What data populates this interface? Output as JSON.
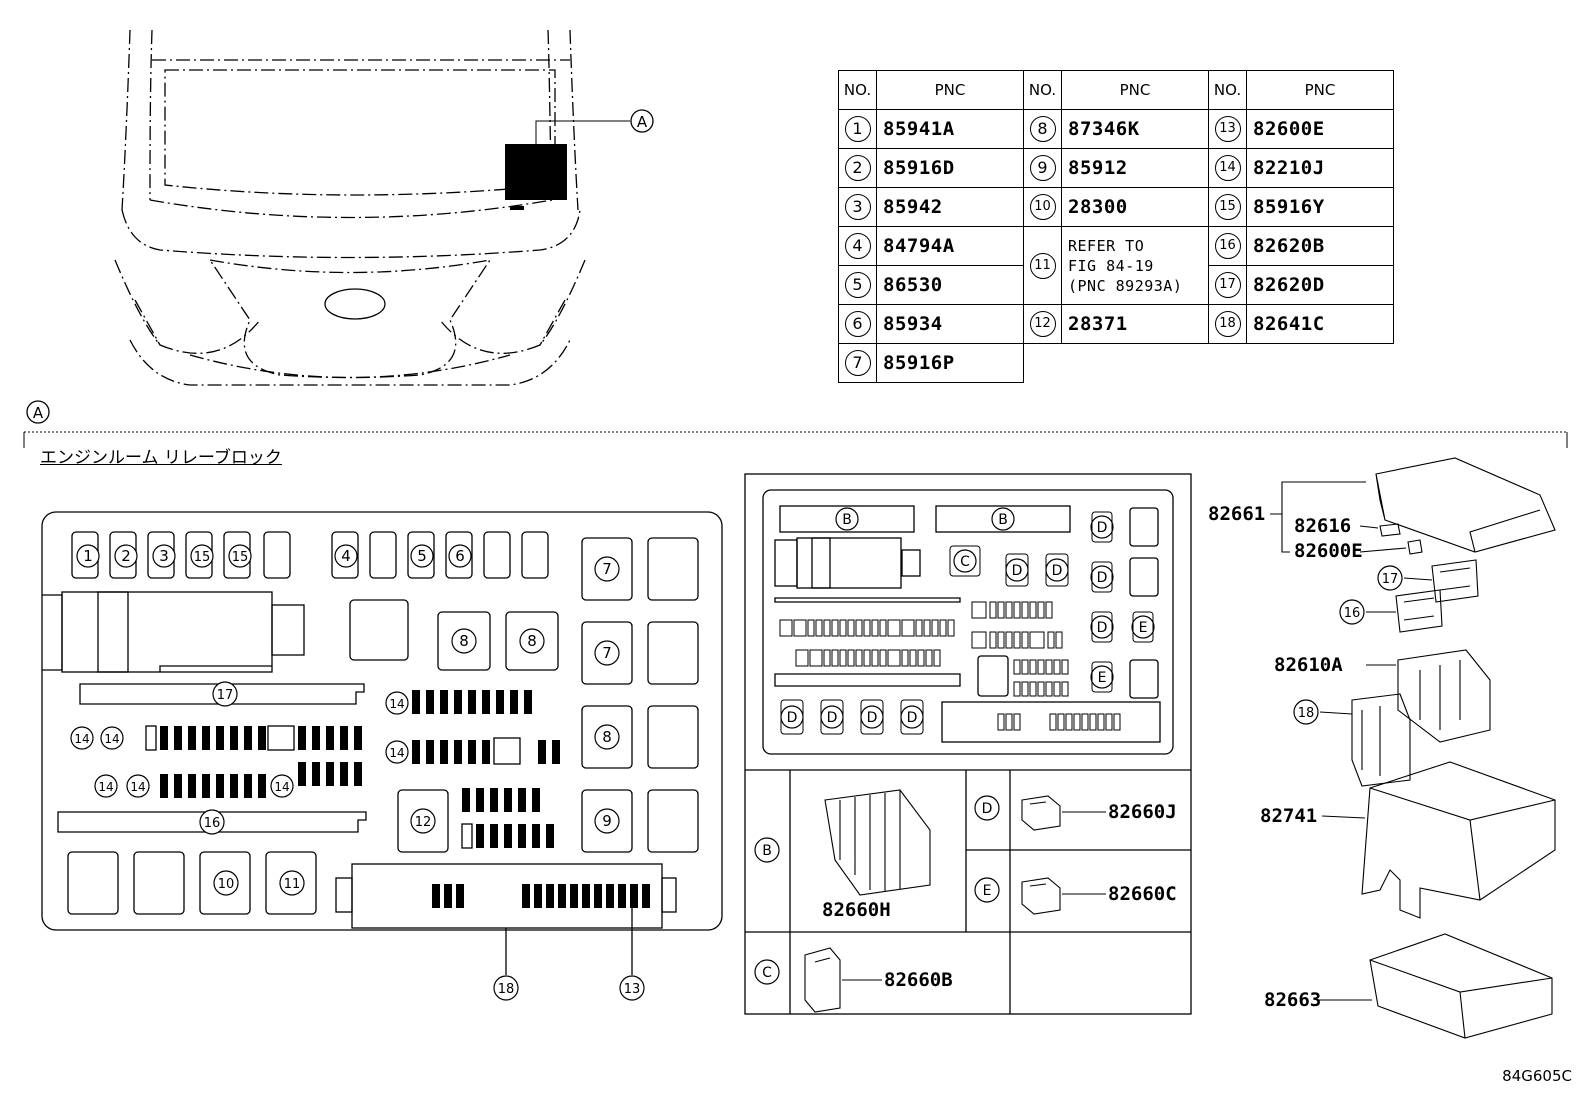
{
  "pnc_table": {
    "headers": [
      "NO.",
      "PNC",
      "NO.",
      "PNC",
      "NO.",
      "PNC"
    ],
    "col1": [
      {
        "no": "1",
        "pnc": "85941A"
      },
      {
        "no": "2",
        "pnc": "85916D"
      },
      {
        "no": "3",
        "pnc": "85942"
      },
      {
        "no": "4",
        "pnc": "84794A"
      },
      {
        "no": "5",
        "pnc": "86530"
      },
      {
        "no": "6",
        "pnc": "85934"
      },
      {
        "no": "7",
        "pnc": "85916P"
      }
    ],
    "col2": [
      {
        "no": "8",
        "pnc": "87346K"
      },
      {
        "no": "9",
        "pnc": "85912"
      },
      {
        "no": "10",
        "pnc": "28300"
      },
      {
        "no": "11",
        "pnc_lines": [
          "REFER TO",
          "FIG 84-19",
          "(PNC 89293A)"
        ]
      },
      {
        "no": "12",
        "pnc": "28371"
      }
    ],
    "col3": [
      {
        "no": "13",
        "pnc": "82600E"
      },
      {
        "no": "14",
        "pnc": "82210J"
      },
      {
        "no": "15",
        "pnc": "85916Y"
      },
      {
        "no": "16",
        "pnc": "82620B"
      },
      {
        "no": "17",
        "pnc": "82620D"
      },
      {
        "no": "18",
        "pnc": "82641C"
      }
    ]
  },
  "section_marker": "A",
  "callout_A": "A",
  "section_title": "エンジンルーム リレーブロック",
  "block_fuses": {
    "top_row": [
      "1",
      "2",
      "3",
      "15",
      "15",
      "4",
      "5",
      "6"
    ],
    "relay_7a": "7",
    "relay_7b": "7",
    "relay_8a": "8",
    "relay_8b": "8",
    "relay_8c": "8",
    "relay_9": "9",
    "bar_17": "17",
    "bar_16": "16",
    "fuse14": "14",
    "relay_12": "12",
    "relay_10": "10",
    "relay_11": "11",
    "leader_18": "18",
    "leader_13": "13"
  },
  "connector_view": {
    "letters": {
      "B": "B",
      "C": "C",
      "D": "D",
      "E": "E"
    },
    "parts": {
      "B": "82660H",
      "C": "82660B",
      "D": "82660J",
      "E": "82660C"
    }
  },
  "exploded_parts": {
    "cover": "82661",
    "clip": "82616",
    "fuse": "82600E",
    "item17": "17",
    "item16": "16",
    "block": "82610A",
    "item18": "18",
    "case": "82741",
    "lower": "82663"
  },
  "figure_code": "84G605C"
}
